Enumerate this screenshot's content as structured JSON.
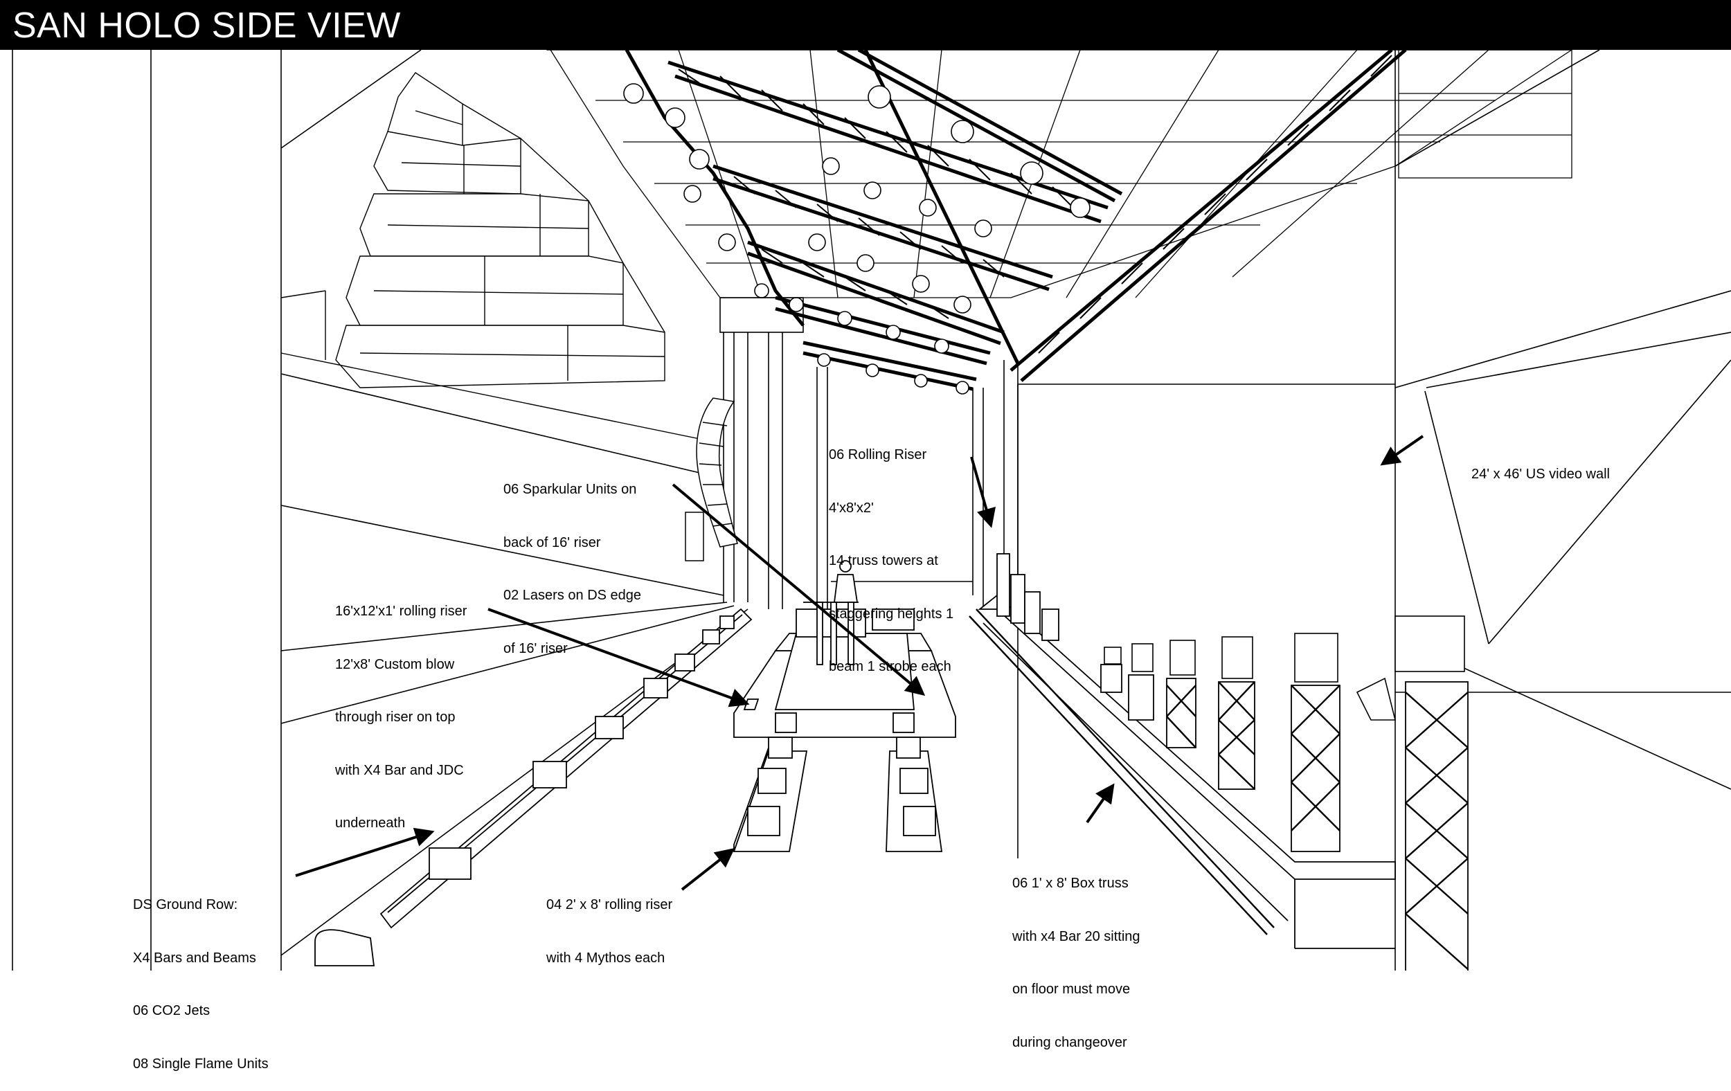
{
  "title": "SAN HOLO SIDE VIEW",
  "colors": {
    "title_bar": "#000000",
    "title_text": "#ffffff",
    "line": "#000000",
    "fill": "#ffffff"
  },
  "labels": {
    "rolling_riser": [
      "06 Rolling Riser",
      "4'x8'x2'",
      "14 truss towers at",
      "staggering heights 1",
      "beam 1 strobe each"
    ],
    "sparkular": [
      "06 Sparkular Units on",
      "back of 16' riser",
      "02 Lasers on DS edge",
      "of 16' riser"
    ],
    "video_wall": [
      "24' x 46' US video wall"
    ],
    "main_riser": [
      "16'x12'x1' rolling riser",
      "12'x8' Custom blow",
      "through riser on top",
      "with X4 Bar and JDC",
      "underneath"
    ],
    "ground_row": [
      "DS Ground Row:",
      "X4 Bars and Beams",
      "06 CO2 Jets",
      "08 Single Flame Units"
    ],
    "mythos_risers": [
      "04 2' x 8' rolling riser",
      "with 4 Mythos each"
    ],
    "box_truss": [
      "06 1' x 8' Box truss",
      "with x4 Bar 20 sitting",
      "on floor must move",
      "during changeover"
    ]
  }
}
